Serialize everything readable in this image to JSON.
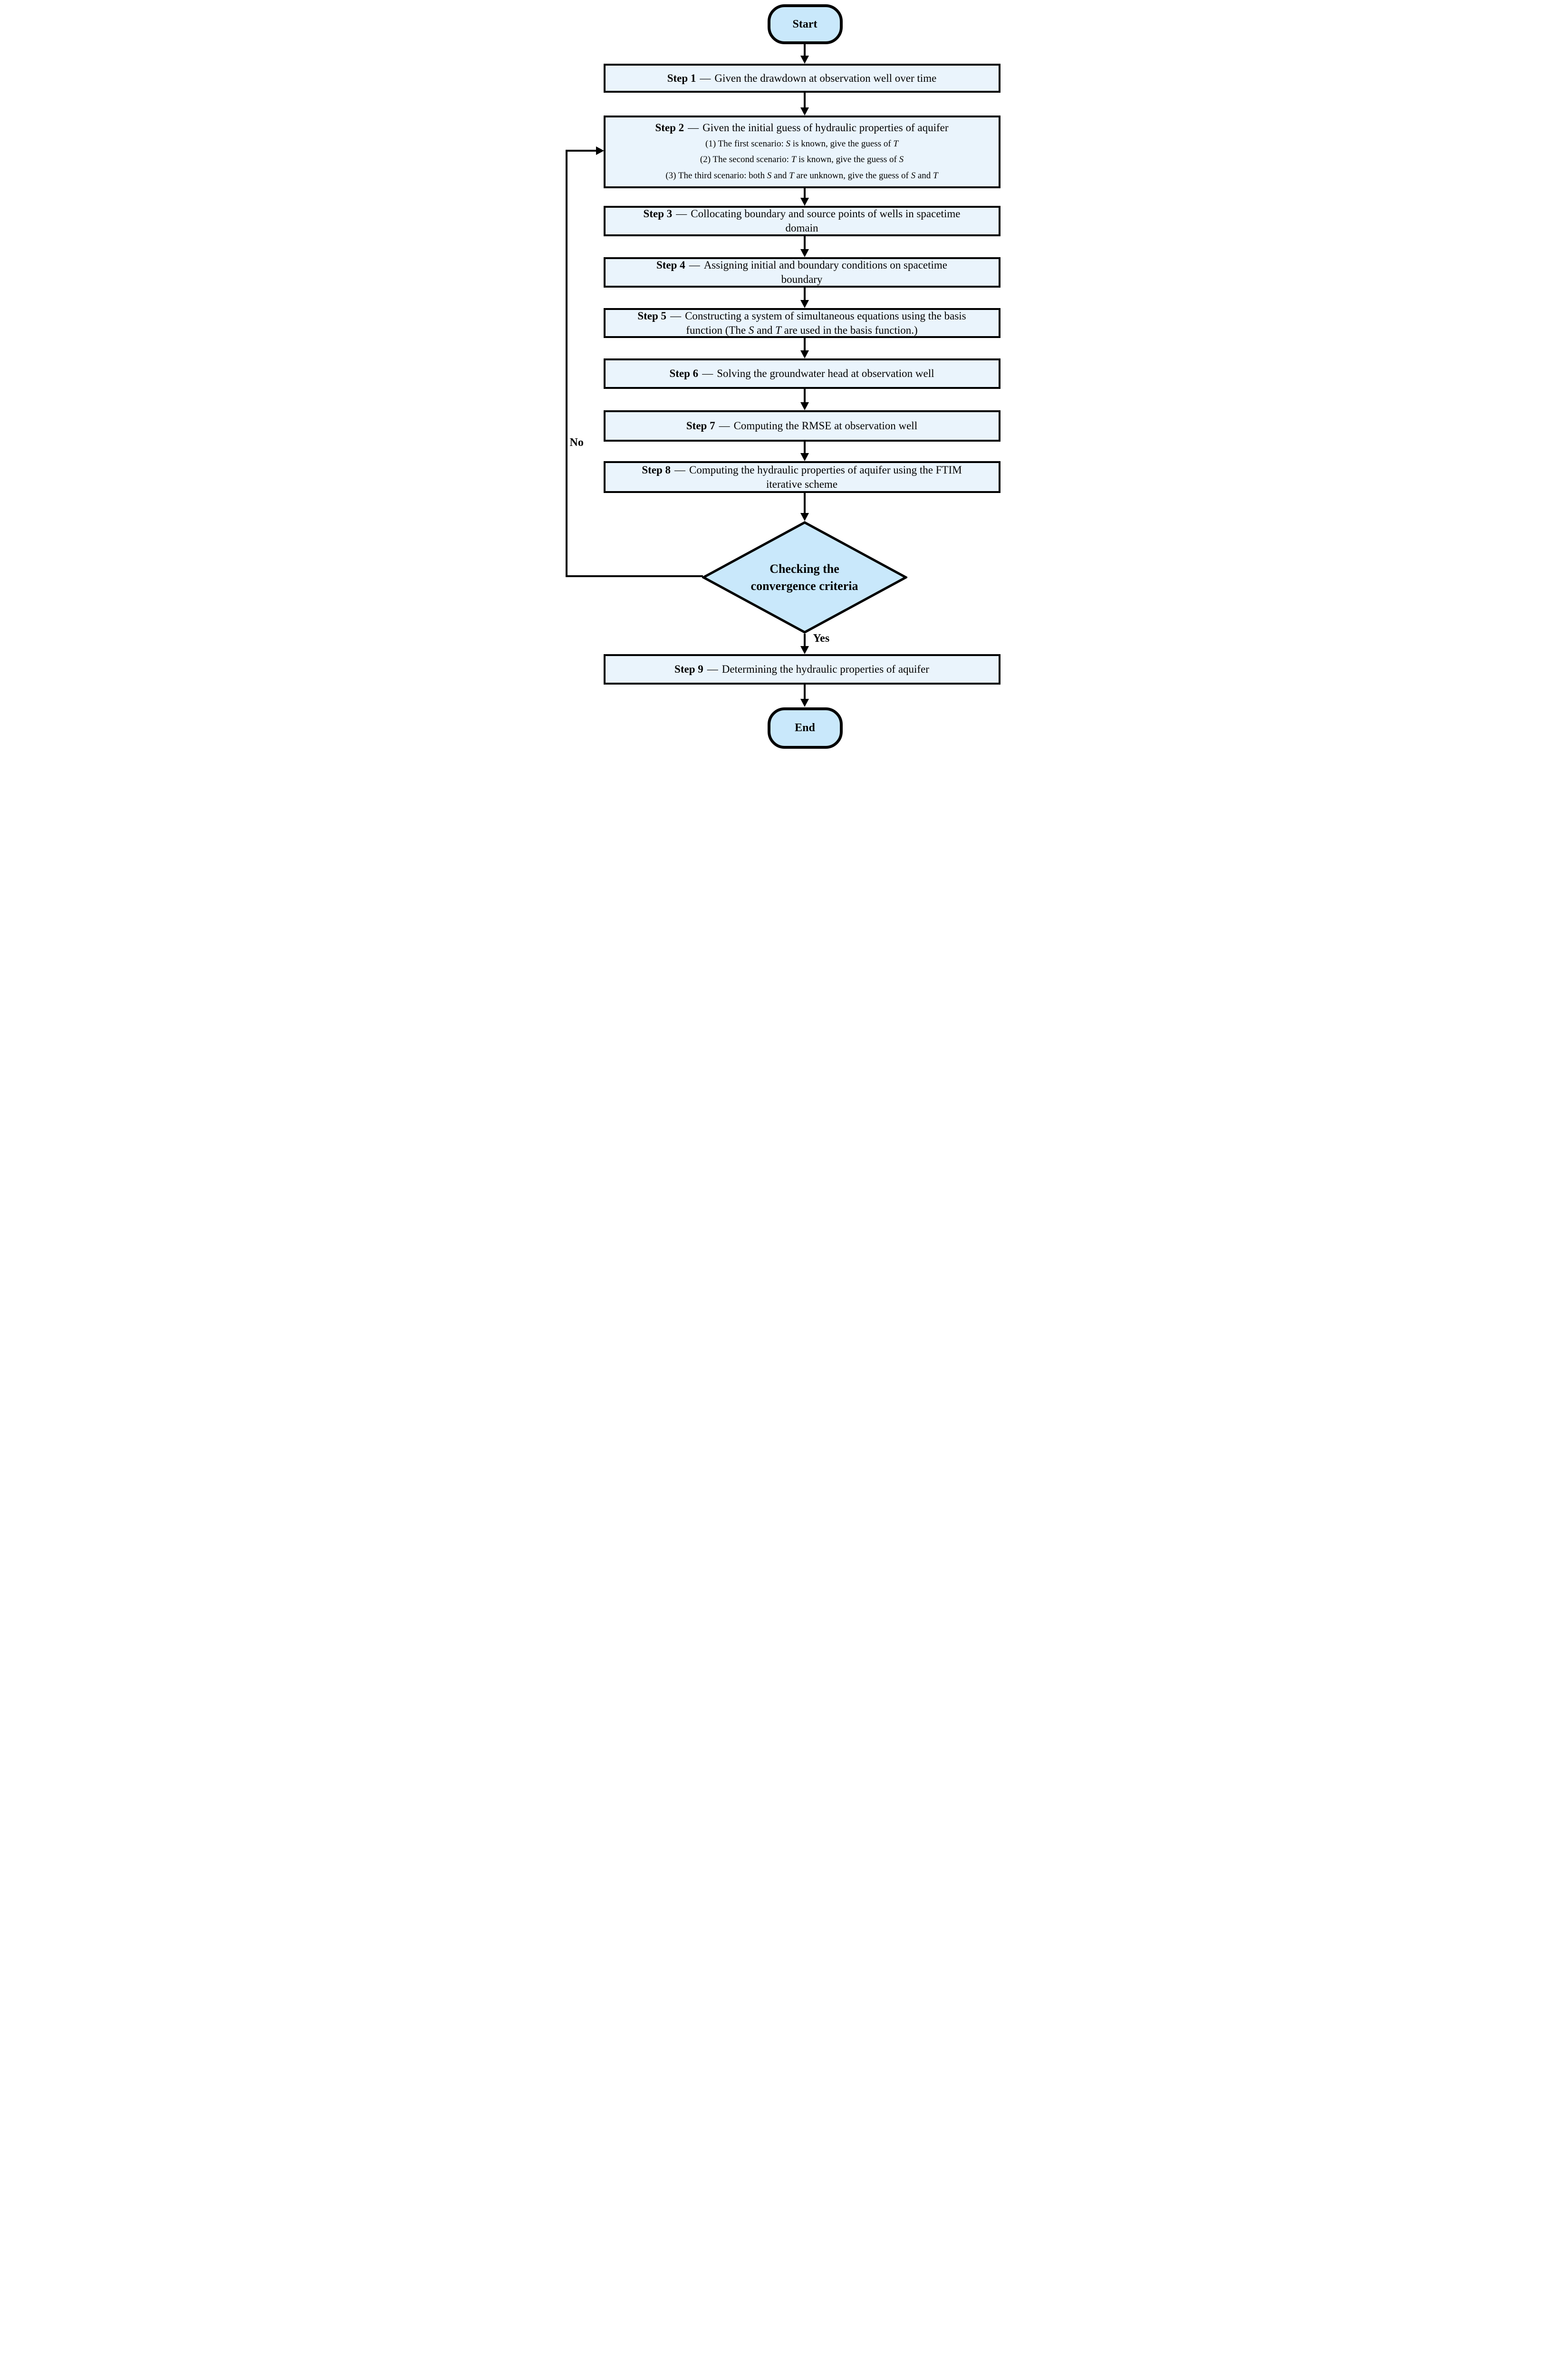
{
  "flowchart": {
    "terminals": {
      "start": "Start",
      "end": "End"
    },
    "steps": [
      {
        "title": "Step 1",
        "dash": "—",
        "body": "Given the drawdown at observation well over time"
      },
      {
        "title": "Step 2",
        "dash": "—",
        "body": "Given the initial guess of hydraulic properties of aquifer",
        "sub_lines": [
          "(1) The first scenario: S is known, give the guess of T",
          "(2) The second scenario: T is known, give the guess of S",
          "(3) The third scenario: both S and T are unknown, give the guess of S and T"
        ]
      },
      {
        "title": "Step 3",
        "dash": "—",
        "body": "Collocating boundary and source points of wells in spacetime domain"
      },
      {
        "title": "Step 4",
        "dash": "—",
        "body": "Assigning initial and boundary conditions on spacetime boundary"
      },
      {
        "title": "Step 5",
        "dash": "—",
        "body": "Constructing a system of simultaneous equations using the basis function (The S and T are used in the basis function.)"
      },
      {
        "title": "Step 6",
        "dash": "—",
        "body": "Solving the groundwater head at observation well"
      },
      {
        "title": "Step 7",
        "dash": "—",
        "body": "Computing the RMSE at observation well"
      },
      {
        "title": "Step 8",
        "dash": "—",
        "body": "Computing the hydraulic properties of aquifer using the FTIM iterative scheme"
      },
      {
        "title": "Step 9",
        "dash": "—",
        "body": "Determining the hydraulic properties of aquifer"
      }
    ],
    "decision": {
      "line1": "Checking the",
      "line2": "convergence criteria"
    },
    "edge_labels": {
      "yes": "Yes",
      "no": "No"
    },
    "colors": {
      "terminal_fill": "#c9e8fb",
      "process_fill": "#eaf4fc",
      "decision_fill": "#c9e8fb",
      "line": "#000000"
    }
  }
}
